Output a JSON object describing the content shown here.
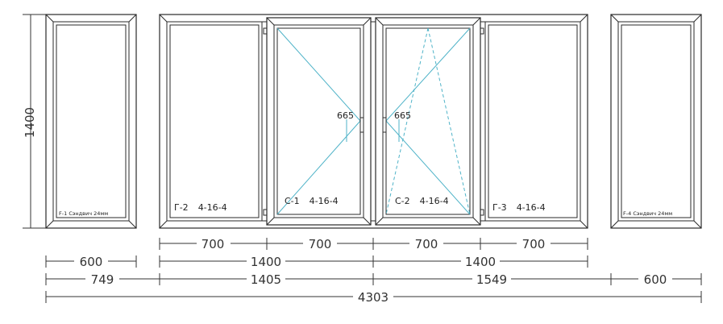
{
  "height_dim": "1400",
  "panels": [
    {
      "name": "panel-f1",
      "label": "F-1",
      "fill": "Сэндвич 24мм"
    },
    {
      "name": "panel-g2",
      "label": "Г-2",
      "fill": "4-16-4"
    },
    {
      "name": "panel-c1",
      "label": "С-1",
      "fill": "4-16-4",
      "handle_height": "665"
    },
    {
      "name": "panel-c2",
      "label": "С-2",
      "fill": "4-16-4",
      "handle_height": "665"
    },
    {
      "name": "panel-g3",
      "label": "Г-3",
      "fill": "4-16-4"
    },
    {
      "name": "panel-f4",
      "label": "F-4",
      "fill": "Сэндвич 24мм"
    }
  ],
  "dims_row1": [
    "700",
    "700",
    "700",
    "700"
  ],
  "dims_row2": [
    "600",
    "1400",
    "1400"
  ],
  "dims_row3": [
    "749",
    "1405",
    "1549",
    "600"
  ],
  "dims_total": "4303",
  "colors": {
    "frame": "#2a2a2a",
    "opening": "#4fb3c8"
  }
}
